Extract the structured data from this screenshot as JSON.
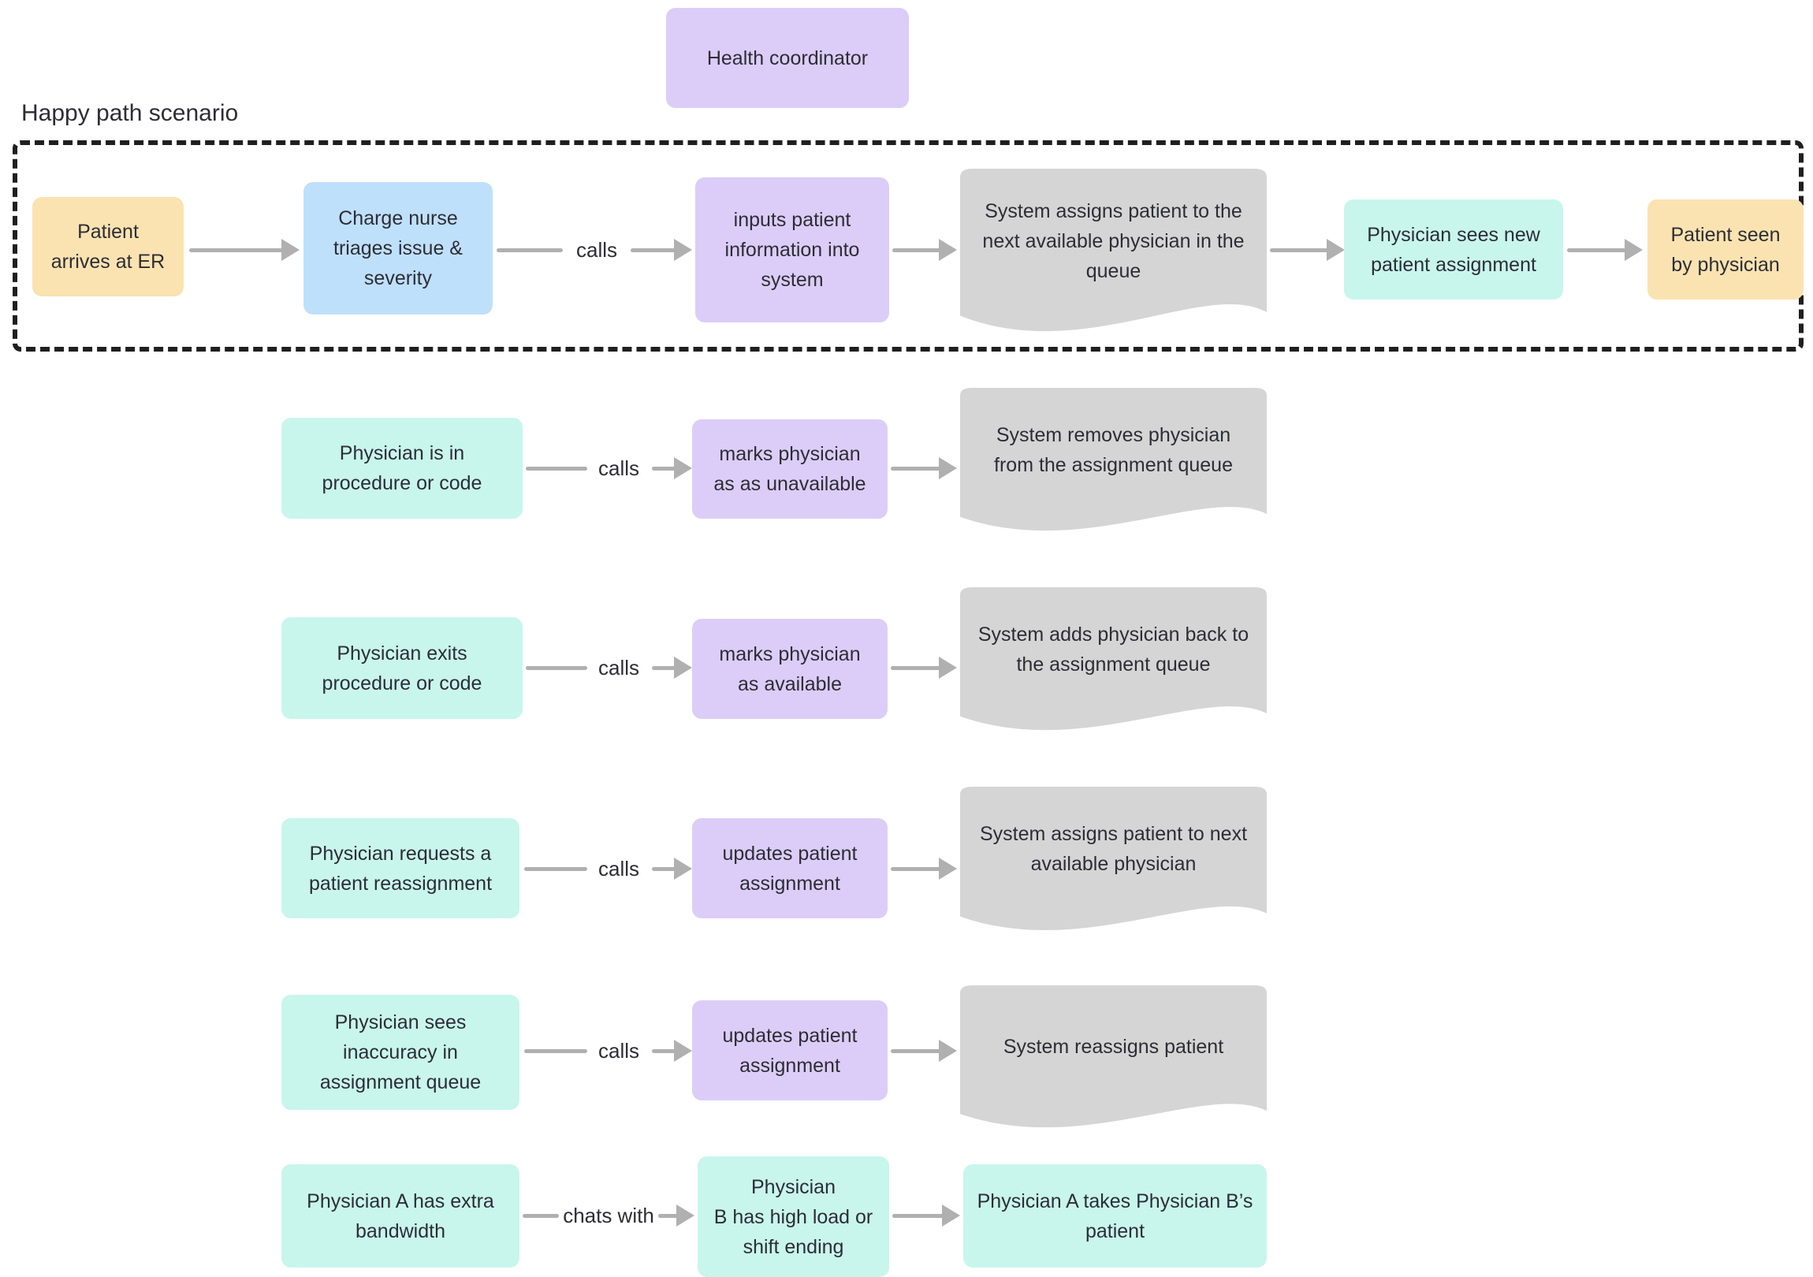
{
  "section_label": "Happy path scenario",
  "palette": {
    "purple": "#dccdf8",
    "yellow": "#fae3b0",
    "blue": "#bfe0fb",
    "cyan": "#c8f6ec",
    "gray_document": "#d5d5d5",
    "arrow_gray": "#b0b0b0",
    "text_ink": "#2d2d35",
    "dashed_border": "#1f1f1f"
  },
  "nodes": {
    "health_coordinator": "Health coordinator",
    "patient_arrives": "Patient\narrives at ER",
    "charge_nurse": "Charge nurse\ntriages issue &\nseverity",
    "inputs_patient_info": "inputs patient\ninformation into\nsystem",
    "system_assigns_queue": "System assigns patient to the\nnext available physician in the\nqueue",
    "physician_sees_assignment": "Physician sees new\npatient assignment",
    "patient_seen": "Patient seen\nby physician",
    "physician_in_procedure": "Physician is in\nprocedure or code",
    "marks_unavailable": "marks physician\nas as unavailable",
    "system_removes": "System removes physician\nfrom the assignment queue",
    "physician_exits": "Physician exits\nprocedure or code",
    "marks_available": "marks physician\nas available",
    "system_adds_back": "System adds physician back to\nthe assignment queue",
    "physician_requests": "Physician requests a\npatient reassignment",
    "updates_assignment_1": "updates patient\nassignment",
    "system_assigns_next": "System assigns patient to next\navailable physician",
    "physician_sees_inaccuracy": "Physician sees\ninaccuracy in\nassignment queue",
    "updates_assignment_2": "updates patient\nassignment",
    "system_reassigns": "System reassigns patient",
    "physician_a_bandwidth": "Physician A has extra\nbandwidth",
    "physician_b_load": "Physician\nB has high load or\nshift ending",
    "physician_a_takes": "Physician A takes Physician B’s\npatient"
  },
  "edge_labels": {
    "row1": "calls",
    "row2": "calls",
    "row3": "calls",
    "row4": "calls",
    "row5": "calls",
    "row6": "chats with"
  }
}
